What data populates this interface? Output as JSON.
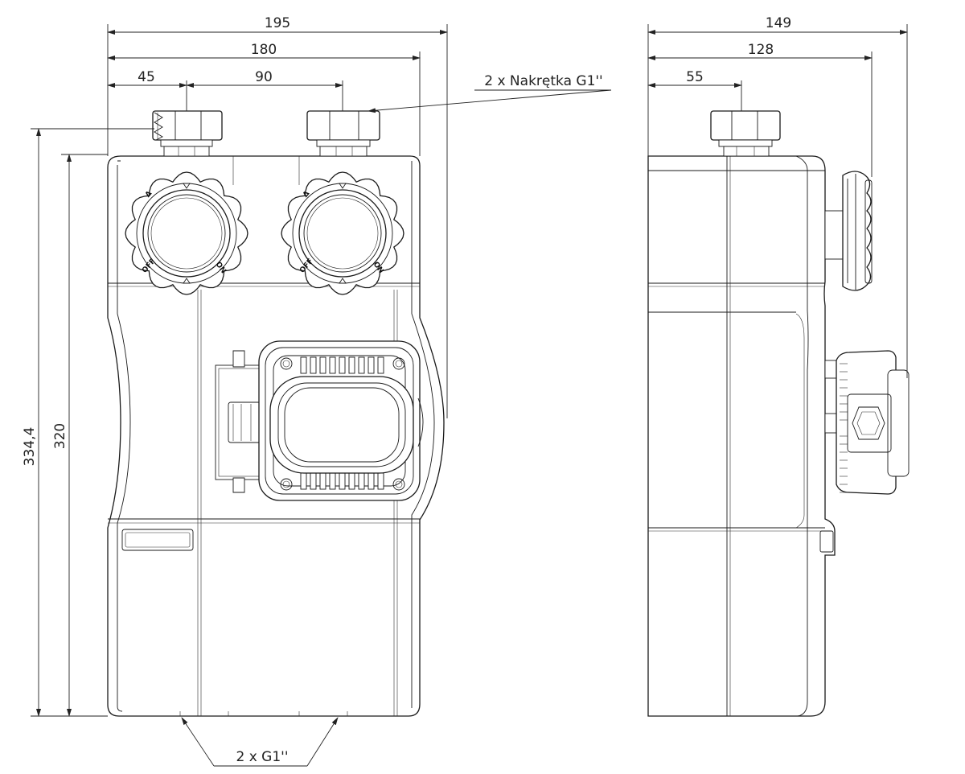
{
  "front_view": {
    "dimensions": {
      "overall_width": "195",
      "body_width": "180",
      "offset_left": "45",
      "connector_spacing": "90",
      "overall_height": "334,4",
      "body_height": "320"
    },
    "callouts": {
      "top_nuts": "2 x Nakrętka G1''",
      "bottom_ports": "2 x G1''"
    },
    "valve_markings": {
      "off": "OFF",
      "on": "ON",
      "symbol": "Δ"
    }
  },
  "side_view": {
    "dimensions": {
      "overall_depth": "149",
      "body_depth": "128",
      "connector_offset": "55"
    }
  }
}
